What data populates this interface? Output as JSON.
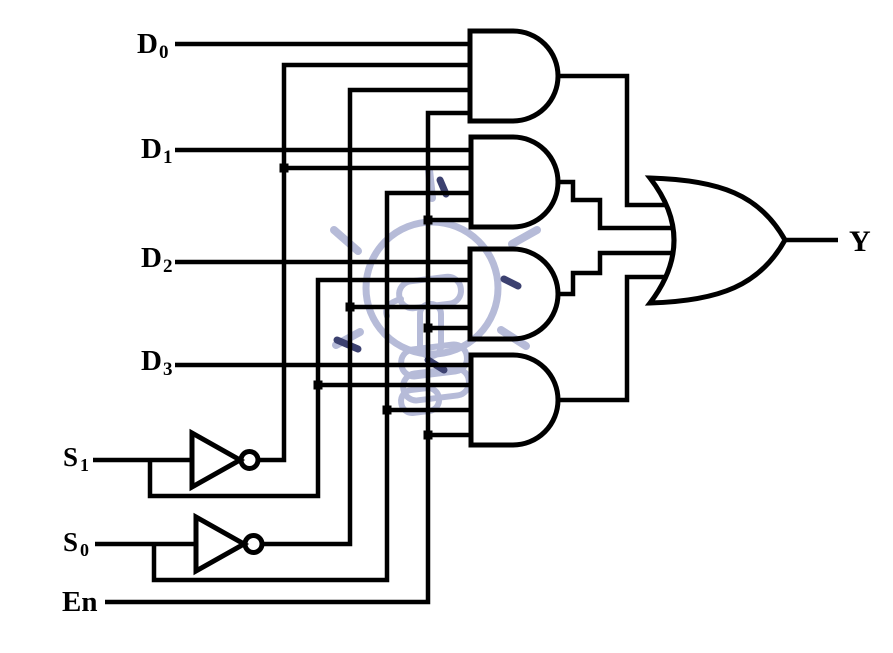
{
  "diagram": {
    "kind": "logic-circuit",
    "description": "4-to-1 multiplexer built from four 4-input AND gates, two NOT gates on the select lines, and one 4-input OR gate with enable",
    "gates": {
      "and1": {
        "type": "AND",
        "inputs": [
          "D0",
          "S1 inverted",
          "S0 inverted",
          "En"
        ],
        "output_to": "OR input 1"
      },
      "and2": {
        "type": "AND",
        "inputs": [
          "D1",
          "S1 inverted",
          "S0",
          "En"
        ],
        "output_to": "OR input 2"
      },
      "and3": {
        "type": "AND",
        "inputs": [
          "D2",
          "S1",
          "S0 inverted",
          "En"
        ],
        "output_to": "OR input 3"
      },
      "and4": {
        "type": "AND",
        "inputs": [
          "D3",
          "S1",
          "S0",
          "En"
        ],
        "output_to": "OR input 4"
      },
      "not_s1": {
        "type": "NOT",
        "input": "S1"
      },
      "not_s0": {
        "type": "NOT",
        "input": "S0"
      },
      "or1": {
        "type": "OR",
        "input_count": 4,
        "output": "Y"
      }
    }
  },
  "labels": {
    "d0_base": "D",
    "d0_sub": "0",
    "d1_base": "D",
    "d1_sub": "1",
    "d2_base": "D",
    "d2_sub": "2",
    "d3_base": "D",
    "d3_sub": "3",
    "s1_base": "S",
    "s1_sub": "1",
    "s0_base": "S",
    "s0_sub": "0",
    "en": "En",
    "y": "Y"
  },
  "colors": {
    "line": "#000000",
    "background": "#ffffff",
    "watermark_light": "#b6bbd8",
    "watermark_dark": "#3c4170"
  }
}
